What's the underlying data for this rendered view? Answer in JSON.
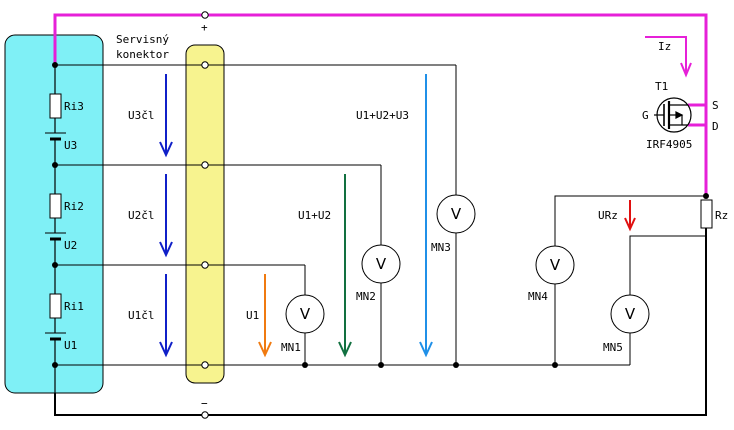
{
  "colors": {
    "battery_bg": "#7ff0f6",
    "connector_bg": "#f7f38f",
    "wire": "#000000",
    "pos_wire": "#e620d8",
    "arrow_blue_dark": "#1020c8",
    "arrow_orange": "#f07a10",
    "arrow_green": "#127040",
    "arrow_blue_light": "#2090e8",
    "arrow_red": "#e01010"
  },
  "labels": {
    "connector": [
      "Servisný",
      "konektor"
    ],
    "plus": "+",
    "minus": "−",
    "resistors": [
      "Ri3",
      "Ri2",
      "Ri1"
    ],
    "cells": [
      "U3",
      "U2",
      "U1"
    ],
    "cell_voltages": [
      "U3čl",
      "U2čl",
      "U1čl"
    ],
    "meter_symbol": "V",
    "meter_names": [
      "MN1",
      "MN2",
      "MN3",
      "MN4",
      "MN5"
    ],
    "meter_voltages": [
      "U1",
      "U1+U2",
      "U1+U2+U3",
      "URz"
    ],
    "transistor": {
      "name": "T1",
      "part": "IRF4905",
      "gate": "G",
      "source": "S",
      "drain": "D"
    },
    "load_current": "Iz",
    "load_resistor": "Rz"
  },
  "icons": {
    "voltmeter": "circle-v-icon",
    "mosfet": "p-mosfet-icon",
    "resistor": "resistor-icon",
    "cell": "battery-cell-icon"
  }
}
